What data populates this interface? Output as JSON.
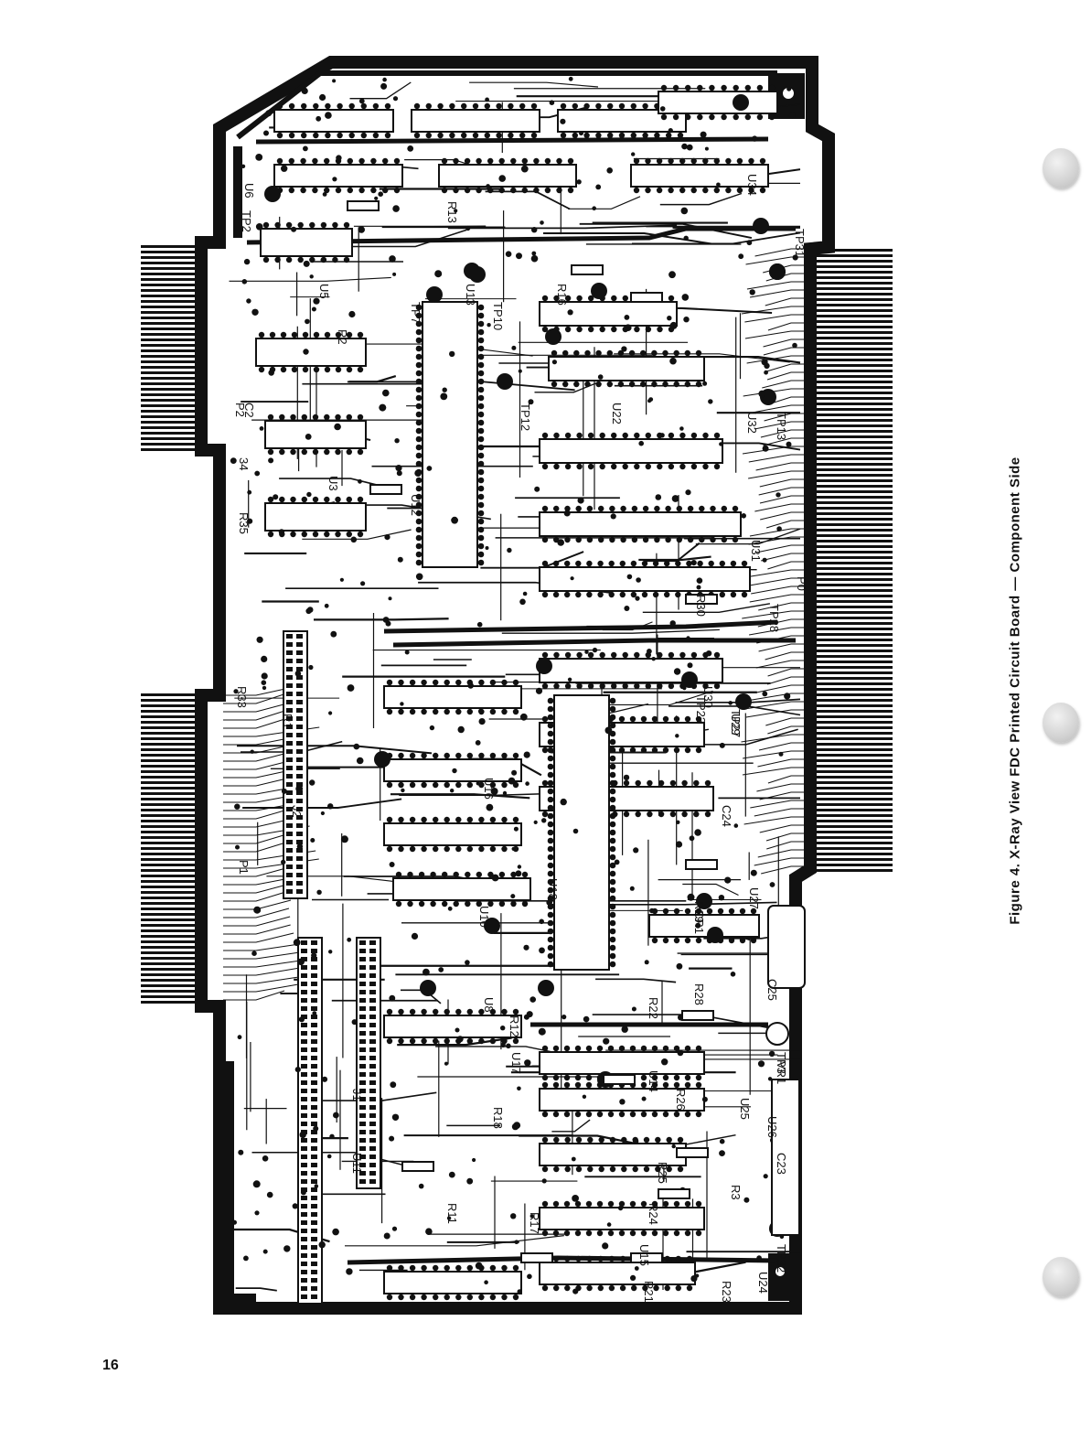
{
  "figure": {
    "caption": "Figure 4. X-Ray View FDC Printed Circuit Board — Component Side"
  },
  "page": {
    "number": "16"
  },
  "board": {
    "component_labels": [
      "U6",
      "TP2",
      "U5",
      "R2",
      "C2",
      "P2",
      "34",
      "U3",
      "R35",
      "R33",
      "P1",
      "J2",
      "R13",
      "U13",
      "TP7",
      "U12",
      "TP10",
      "R16",
      "TP12",
      "U22",
      "TP13",
      "TP31",
      "U34",
      "U32",
      "U31",
      "P0",
      "R30",
      "TP28",
      "U30",
      "TP23",
      "TP27",
      "U29",
      "U27",
      "C24",
      "R29",
      "CR1",
      "R28",
      "R22",
      "C25",
      "TP3",
      "VR1",
      "U26",
      "C23",
      "R26",
      "U25",
      "R3",
      "R24",
      "R25",
      "R17",
      "R11",
      "U15",
      "TP32",
      "U24",
      "R21",
      "R23",
      "U10",
      "U16",
      "U8",
      "U18",
      "U17",
      "U14",
      "R18",
      "J1",
      "U11",
      "R12",
      "R1"
    ],
    "colors": {
      "copper": "#111111",
      "substrate": "#ffffff"
    }
  }
}
